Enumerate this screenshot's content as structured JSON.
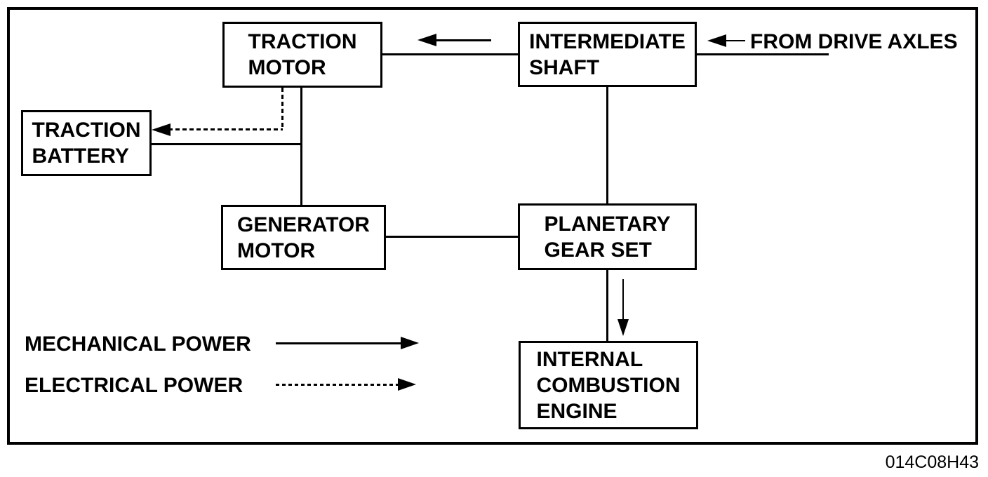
{
  "diagram": {
    "boxes": {
      "traction_motor": {
        "label": "TRACTION\nMOTOR"
      },
      "intermediate_shaft": {
        "label": "INTERMEDIATE\nSHAFT"
      },
      "traction_battery": {
        "label": "TRACTION\nBATTERY"
      },
      "generator_motor": {
        "label": "GENERATOR\nMOTOR"
      },
      "planetary_gear_set": {
        "label": "PLANETARY\nGEAR SET"
      },
      "internal_combustion_engine": {
        "label": "INTERNAL\nCOMBUSTION\nENGINE"
      }
    },
    "annotations": {
      "from_drive_axles": "FROM DRIVE AXLES"
    },
    "legend": {
      "mechanical": {
        "label": "MECHANICAL POWER",
        "line_style": "solid"
      },
      "electrical": {
        "label": "ELECTRICAL POWER",
        "line_style": "dashed"
      }
    },
    "edges": [
      {
        "from": "drive_axles",
        "to": "intermediate_shaft",
        "style": "solid",
        "arrow": true
      },
      {
        "from": "intermediate_shaft",
        "to": "traction_motor",
        "style": "solid",
        "arrow": true
      },
      {
        "from": "traction_motor",
        "to": "traction_battery",
        "style": "dashed",
        "arrow": true
      },
      {
        "from": "traction_motor",
        "to": "generator_motor",
        "style": "solid",
        "arrow": false
      },
      {
        "from": "traction_battery",
        "to": "generator_motor",
        "style": "solid",
        "arrow": false
      },
      {
        "from": "intermediate_shaft",
        "to": "planetary_gear_set",
        "style": "solid",
        "arrow": false
      },
      {
        "from": "generator_motor",
        "to": "planetary_gear_set",
        "style": "solid",
        "arrow": false
      },
      {
        "from": "planetary_gear_set",
        "to": "internal_combustion_engine",
        "style": "solid",
        "arrow": true
      }
    ],
    "caption": "014C08H43",
    "colors": {
      "line": "#000000",
      "background": "#ffffff",
      "text": "#000000"
    }
  }
}
